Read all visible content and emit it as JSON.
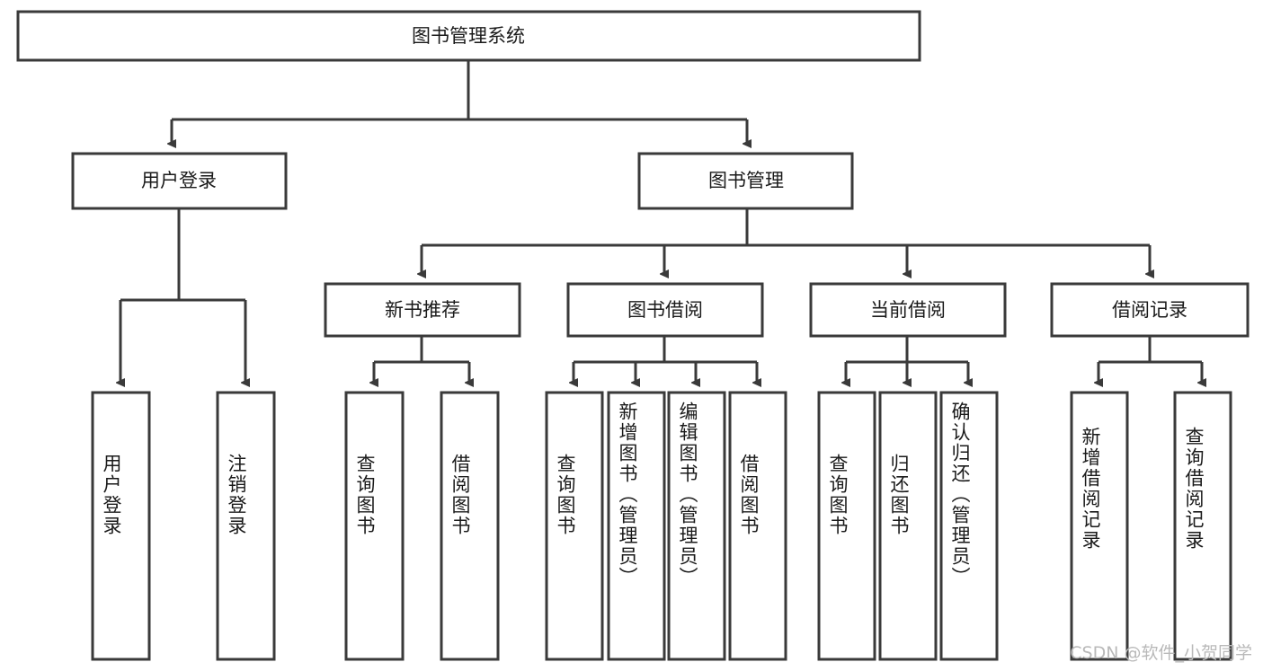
{
  "diagram": {
    "type": "hierarchy-tree",
    "title": "图书管理系统",
    "orientation": "top-down",
    "watermark": "CSDN @软件_小贺同学",
    "colors": {
      "box_stroke": "#3a3a3a",
      "box_fill": "#ffffff",
      "connector": "#3a3a3a",
      "text": "#1a1a1a",
      "background": "#ffffff",
      "watermark": "#b9b9b9"
    },
    "nodes": {
      "root": {
        "label": "图书管理系统"
      },
      "level2": [
        {
          "label": "用户登录"
        },
        {
          "label": "图书管理"
        }
      ],
      "level3": [
        {
          "label": "新书推荐"
        },
        {
          "label": "图书借阅"
        },
        {
          "label": "当前借阅"
        },
        {
          "label": "借阅记录"
        }
      ],
      "leaves": {
        "user_login": [
          {
            "label": "用户登录"
          },
          {
            "label": "注销登录"
          }
        ],
        "new_book": [
          {
            "label": "查询图书"
          },
          {
            "label": "借阅图书"
          }
        ],
        "book_borrow": [
          {
            "label": "查询图书"
          },
          {
            "label": "新增图书（管理员）"
          },
          {
            "label": "编辑图书（管理员）"
          },
          {
            "label": "借阅图书"
          }
        ],
        "current_borrow": [
          {
            "label": "查询图书"
          },
          {
            "label": "归还图书"
          },
          {
            "label": "确认归还（管理员）"
          }
        ],
        "borrow_record": [
          {
            "label": "新增借阅记录"
          },
          {
            "label": "查询借阅记录"
          }
        ]
      }
    }
  }
}
